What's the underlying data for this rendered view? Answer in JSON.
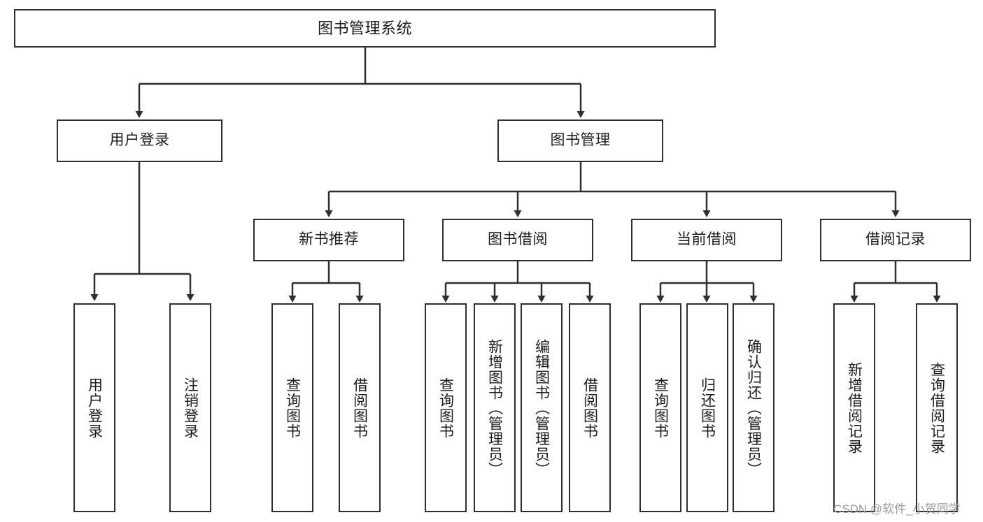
{
  "diagram": {
    "title": "图书管理系统",
    "type": "tree-hierarchy-chart",
    "watermark": "CSDN @软件_小贺同学",
    "colors": {
      "border": "#2f2f2f",
      "background": "#ffffff",
      "text": "#1c1c1c",
      "connector": "#2f2f2f",
      "watermark": "#9a9a9a"
    },
    "nodes": {
      "root": {
        "label": "图书管理系统"
      },
      "level2": [
        {
          "label": "用户登录"
        },
        {
          "label": "图书管理"
        }
      ],
      "level3": [
        {
          "label": "新书推荐"
        },
        {
          "label": "图书借阅"
        },
        {
          "label": "当前借阅"
        },
        {
          "label": "借阅记录"
        }
      ],
      "leaves_user_login": [
        {
          "label": "用户登录"
        },
        {
          "label": "注销登录"
        }
      ],
      "leaves_new_book": [
        {
          "label": "查询图书"
        },
        {
          "label": "借阅图书"
        }
      ],
      "leaves_book_borrow": [
        {
          "label": "查询图书"
        },
        {
          "label": "新增图书（管理员）"
        },
        {
          "label": "编辑图书（管理员）"
        },
        {
          "label": "借阅图书"
        }
      ],
      "leaves_current_borrow": [
        {
          "label": "查询图书"
        },
        {
          "label": "归还图书"
        },
        {
          "label": "确认归还（管理员）"
        }
      ],
      "leaves_borrow_record": [
        {
          "label": "新增借阅记录"
        },
        {
          "label": "查询借阅记录"
        }
      ]
    }
  }
}
